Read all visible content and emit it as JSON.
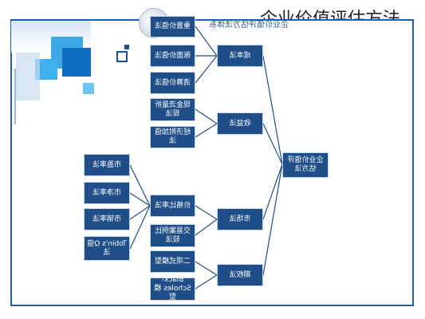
{
  "header": {
    "title": "企业价值评估方法",
    "subtitle": "企业价值评估方法体系"
  },
  "root": {
    "label": "企业价值评估方法"
  },
  "methods": [
    {
      "label": "成本法"
    },
    {
      "label": "收益法"
    },
    {
      "label": "市场法"
    },
    {
      "label": "期权法"
    }
  ],
  "sub_methods": [
    {
      "label": "重置价值法"
    },
    {
      "label": "账面价值法"
    },
    {
      "label": "清算价值法"
    },
    {
      "label": "现金流量折现法"
    },
    {
      "label": "经济附加值法"
    },
    {
      "label": "价格比率法"
    },
    {
      "label": "交易案例比较法"
    },
    {
      "label": "二项式模型"
    },
    {
      "label": "Black-Scholes 模型"
    }
  ],
  "ratios": [
    {
      "label": "市盈率法"
    },
    {
      "label": "市净率法"
    },
    {
      "label": "市销率法"
    },
    {
      "label": "Tobin's Q值法"
    }
  ],
  "colors": {
    "box": "#1f4e88",
    "line": "#1f4e88",
    "frame": "#1f5fa8"
  }
}
